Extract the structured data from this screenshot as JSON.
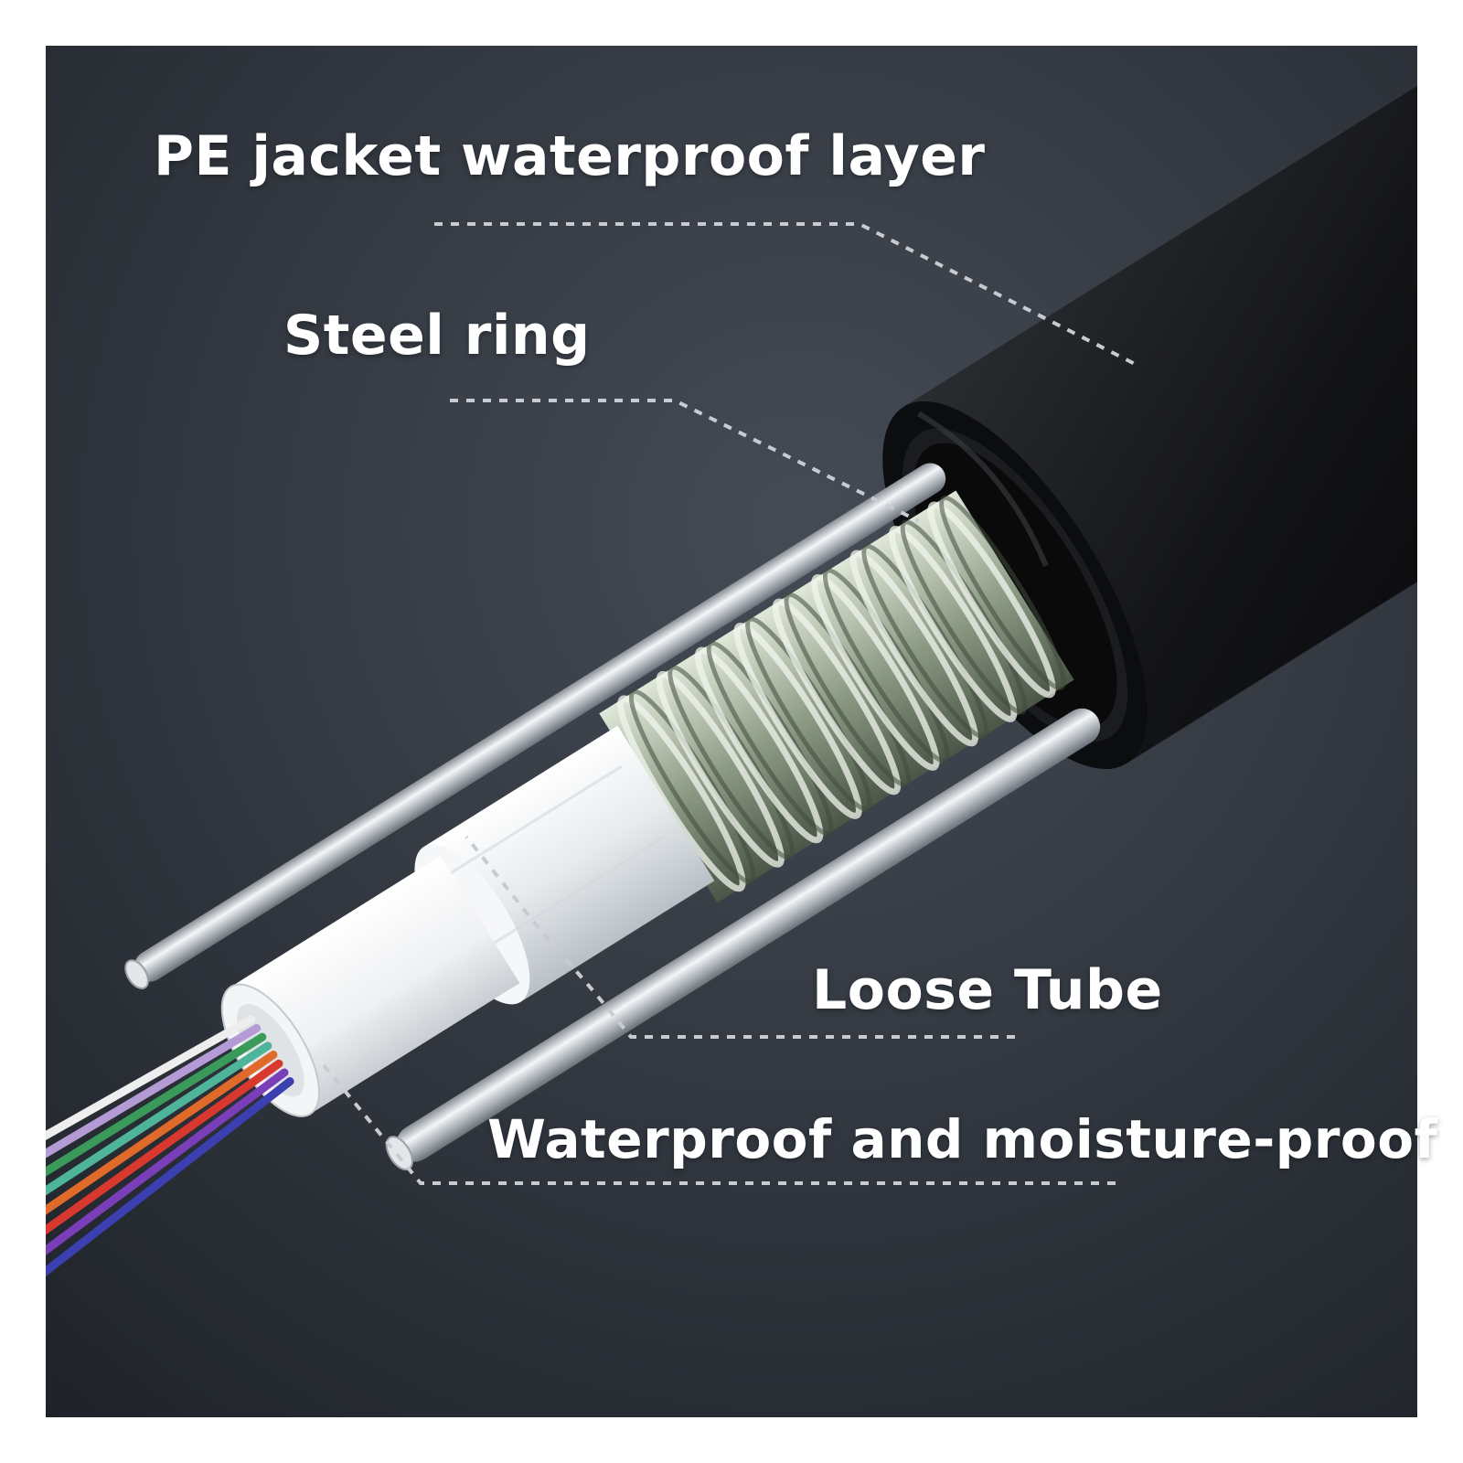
{
  "labels": {
    "pe_jacket": "PE jacket waterproof layer",
    "steel_ring": "Steel ring",
    "loose_tube": "Loose Tube",
    "waterproof": "Waterproof and moisture-proof"
  },
  "colors": {
    "background_dark": "#262b33",
    "background_mid": "#3a404a",
    "jacket": "#101113",
    "label_text": "#ffffff",
    "leader_line": "#c8ccd2",
    "steel_wire": "#c9ced4",
    "armor": "#9aa892",
    "loose_tube": "#f2f4f5"
  },
  "fibers": [
    {
      "name": "white",
      "color": "#eeeeee"
    },
    {
      "name": "purple-light",
      "color": "#b59bd6"
    },
    {
      "name": "green",
      "color": "#3a9a5a"
    },
    {
      "name": "teal",
      "color": "#4fb59a"
    },
    {
      "name": "orange",
      "color": "#e06a2a"
    },
    {
      "name": "red",
      "color": "#d8382e"
    },
    {
      "name": "violet",
      "color": "#7a3fb8"
    },
    {
      "name": "blue",
      "color": "#3b3fb0"
    }
  ]
}
